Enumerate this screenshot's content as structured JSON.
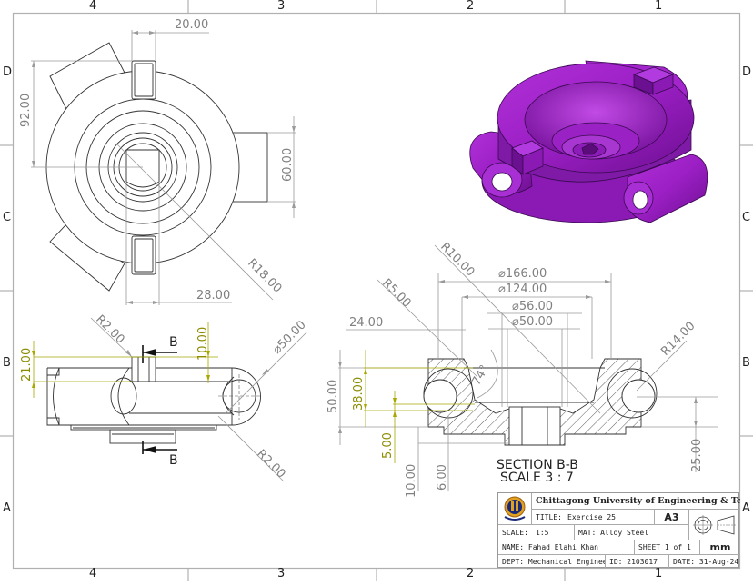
{
  "sheet": {
    "columns": [
      "4",
      "3",
      "2",
      "1"
    ],
    "rows": [
      "D",
      "C",
      "B",
      "A"
    ],
    "border_color": "#b0b0b0"
  },
  "views": {
    "top": {
      "dims": {
        "width_tab": "20.00",
        "height": "92.00",
        "lug_width": "60.00",
        "slot_width": "28.00",
        "radius": "R18.00"
      }
    },
    "front": {
      "dims": {
        "radius_top": "R2.00",
        "tab_height": "10.00",
        "height": "21.00",
        "lug_diameter": "⌀50.00",
        "radius_bottom": "R2.00"
      },
      "section_marks": [
        "B",
        "B"
      ]
    },
    "section": {
      "title": "SECTION B-B",
      "scale": "SCALE 3 : 7",
      "dims": {
        "r10": "R10.00",
        "r5": "R5.00",
        "d166": "⌀166.00",
        "d124": "⌀124.00",
        "d56": "⌀56.00",
        "d50": "⌀50.00",
        "w24": "24.00",
        "r14": "R14.00",
        "h50": "50.00",
        "h38": "38.00",
        "h5": "5.00",
        "h10": "10.00",
        "h6": "6.00",
        "h25": "25.00",
        "angle": "74°"
      }
    },
    "isometric": {
      "color": "#9b1fc4",
      "label": "3D isometric model"
    }
  },
  "title_block": {
    "university": "Chittagong University of Engineering & Technology",
    "title_label": "TITLE:",
    "title_value": "Exercise 25",
    "paper_size": "A3",
    "scale_label": "SCALE:",
    "scale_value": "1:5",
    "material": "MAT: Alloy Steel",
    "name": "NAME: Fahad Elahi Khan",
    "sheet": "SHEET 1 of 1",
    "units": "mm",
    "dept": "DEPT: Mechanical Engineering",
    "id": "ID: 2103017",
    "date": "DATE: 31-Aug-24"
  }
}
